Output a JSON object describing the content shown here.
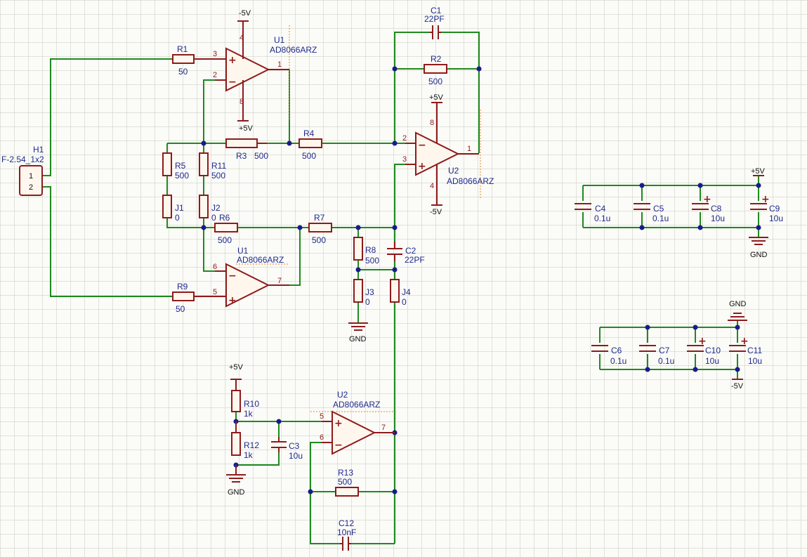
{
  "connector": {
    "designator": "H1",
    "value": "F-2.54_1x2",
    "pin1": "1",
    "pin2": "2"
  },
  "resistors": {
    "R1": {
      "designator": "R1",
      "value": "50"
    },
    "R2": {
      "designator": "R2",
      "value": "500"
    },
    "R3": {
      "designator": "R3",
      "value": "500"
    },
    "R4": {
      "designator": "R4",
      "value": "500"
    },
    "R5": {
      "designator": "R5",
      "value": "500"
    },
    "R6": {
      "designator": "R6",
      "value": "500"
    },
    "R7": {
      "designator": "R7",
      "value": "500"
    },
    "R8": {
      "designator": "R8",
      "value": "500"
    },
    "R9": {
      "designator": "R9",
      "value": "50"
    },
    "R10": {
      "designator": "R10",
      "value": "1k"
    },
    "R11": {
      "designator": "R11",
      "value": "500"
    },
    "R12": {
      "designator": "R12",
      "value": "1k"
    },
    "R13": {
      "designator": "R13",
      "value": "500"
    }
  },
  "jumpers": {
    "J1": {
      "designator": "J1",
      "value": "0"
    },
    "J2": {
      "designator": "J2",
      "value": "0"
    },
    "J3": {
      "designator": "J3",
      "value": "0"
    },
    "J4": {
      "designator": "J4",
      "value": "0"
    }
  },
  "capacitors": {
    "C1": {
      "designator": "C1",
      "value": "22PF"
    },
    "C2": {
      "designator": "C2",
      "value": "22PF"
    },
    "C3": {
      "designator": "C3",
      "value": "10u"
    },
    "C4": {
      "designator": "C4",
      "value": "0.1u"
    },
    "C5": {
      "designator": "C5",
      "value": "0.1u"
    },
    "C6": {
      "designator": "C6",
      "value": "0.1u"
    },
    "C7": {
      "designator": "C7",
      "value": "0.1u"
    },
    "C8": {
      "designator": "C8",
      "value": "10u"
    },
    "C9": {
      "designator": "C9",
      "value": "10u"
    },
    "C10": {
      "designator": "C10",
      "value": "10u"
    },
    "C11": {
      "designator": "C11",
      "value": "10u"
    },
    "C12": {
      "designator": "C12",
      "value": "10nF"
    }
  },
  "opamps": {
    "u1a": {
      "designator": "U1",
      "part": "AD8066ARZ",
      "pins": {
        "in_plus": "3",
        "in_minus": "2",
        "out": "1",
        "vneg": "4",
        "vpos": "8"
      }
    },
    "u1b": {
      "designator": "U1",
      "part": "AD8066ARZ",
      "pins": {
        "in_plus": "5",
        "in_minus": "6",
        "out": "7"
      }
    },
    "u2a": {
      "designator": "U2",
      "part": "AD8066ARZ",
      "pins": {
        "in_plus": "3",
        "in_minus": "2",
        "out": "1",
        "vneg": "4",
        "vpos": "8"
      }
    },
    "u2b": {
      "designator": "U2",
      "part": "AD8066ARZ",
      "pins": {
        "in_plus": "5",
        "in_minus": "6",
        "out": "7"
      }
    }
  },
  "nets": {
    "neg5v": "-5V",
    "pos5v": "+5V",
    "gnd": "GND"
  },
  "symbols": {
    "plus": "+",
    "minus": "−",
    "polarity": "+"
  }
}
